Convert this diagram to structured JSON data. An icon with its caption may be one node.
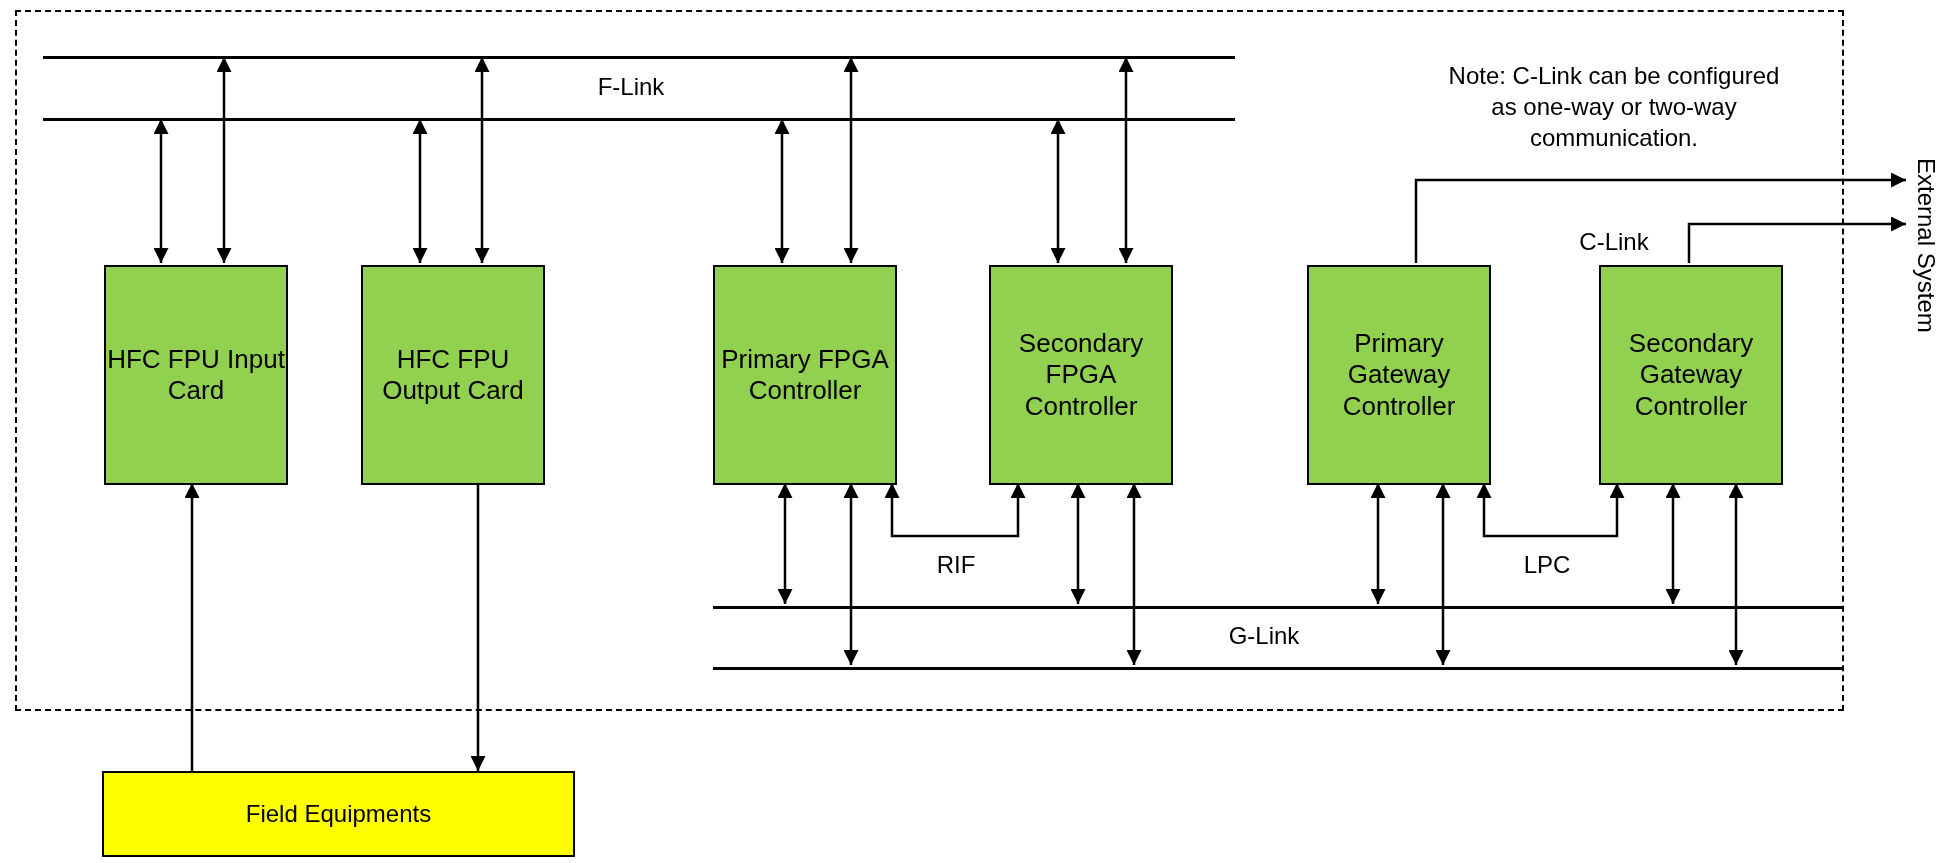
{
  "diagram": {
    "nodes": [
      {
        "text": [],
        "shape": "box"
      },
      {
        "text": [],
        "shape": "bar",
        "in": 0
      },
      {
        "text": [],
        "shape": "bar",
        "in": 0
      },
      {
        "text": [
          "HFC FPU Input Card"
        ],
        "in": 0
      },
      {
        "text": [
          "HFC FPU Output Card"
        ],
        "in": 0
      },
      {
        "text": [
          "Primary FPGA Controller"
        ],
        "in": 0
      },
      {
        "text": [
          "Secondary FPGA Controller"
        ],
        "in": 0
      },
      {
        "text": [
          "Primary Gateway Controller"
        ],
        "in": 0
      },
      {
        "text": [
          "Secondary Gateway Controller"
        ],
        "in": 0
      },
      {
        "text": [],
        "shape": "bar",
        "in": 0
      },
      {
        "text": [],
        "shape": "bar",
        "in": 0
      },
      {
        "text": [
          "External System"
        ]
      },
      {
        "text": [
          "Field Equipments"
        ]
      }
    ],
    "edges": [
      {
        "from": 3,
        "to": 2,
        "arrow": "both"
      },
      {
        "from": 3,
        "to": 1,
        "arrow": "both"
      },
      {
        "from": 4,
        "to": 2,
        "arrow": "both"
      },
      {
        "from": 4,
        "to": 1,
        "arrow": "both"
      },
      {
        "from": 5,
        "to": 2,
        "arrow": "both"
      },
      {
        "from": 5,
        "to": 1,
        "arrow": "both"
      },
      {
        "from": 6,
        "to": 2,
        "arrow": "both"
      },
      {
        "from": 6,
        "to": 1,
        "arrow": "both"
      },
      {
        "from": 5,
        "to": 9,
        "arrow": "both"
      },
      {
        "from": 5,
        "to": 10,
        "arrow": "both"
      },
      {
        "from": 5,
        "to": 6,
        "arrow": "both",
        "label": "RIF"
      },
      {
        "from": 6,
        "to": 9,
        "arrow": "both"
      },
      {
        "from": 6,
        "to": 10,
        "arrow": "both"
      },
      {
        "from": 7,
        "to": 9,
        "arrow": "both"
      },
      {
        "from": 7,
        "to": 10,
        "arrow": "both"
      },
      {
        "from": 7,
        "to": 8,
        "arrow": "both",
        "label": "LPC"
      },
      {
        "from": 8,
        "to": 9,
        "arrow": "both"
      },
      {
        "from": 8,
        "to": 10,
        "arrow": "both"
      },
      {
        "from": 7,
        "to": 11,
        "arrow": "to"
      },
      {
        "from": 8,
        "to": 11,
        "arrow": "to"
      },
      {
        "from": 12,
        "to": 3,
        "arrow": "to"
      },
      {
        "from": 4,
        "to": 12,
        "arrow": "to"
      }
    ],
    "labels": [
      "F-Link",
      "Note: C-Link can be configured as one-way or two-way communication.",
      "C-Link",
      "G-Link"
    ]
  }
}
